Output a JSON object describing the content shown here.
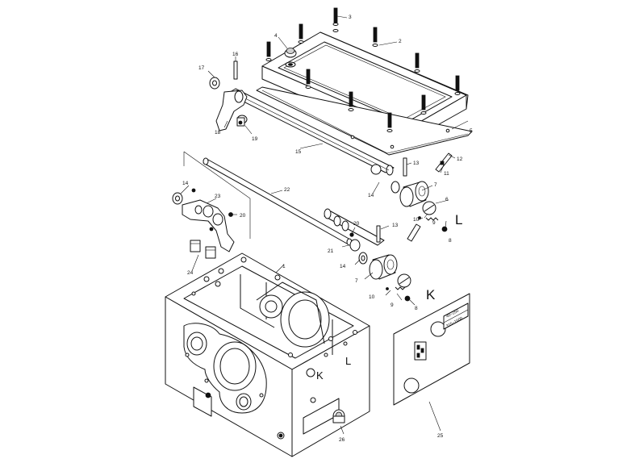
{
  "labels": {
    "p1": "1",
    "p2": "2",
    "p3": "3",
    "p4": "4",
    "p5": "5",
    "p6": "6",
    "p7a": "7",
    "p7b": "7",
    "p8a": "8",
    "p8b": "8",
    "p9a": "9",
    "p9b": "9",
    "p10a": "10",
    "p10b": "10",
    "p11": "11",
    "p12": "12",
    "p13a": "13",
    "p13b": "13",
    "p14a": "14",
    "p14b": "14",
    "p14c": "14",
    "p15": "15",
    "p16": "16",
    "p17": "17",
    "p18": "18",
    "p19": "19",
    "p20a": "20",
    "p20b": "20",
    "p21": "21",
    "p22": "22",
    "p23": "23",
    "p24": "24",
    "p25": "25",
    "p26": "26"
  },
  "callouts": {
    "L_top": "L",
    "K_mid": "K",
    "K_box": "K",
    "L_box": "L"
  },
  "plate_text": {
    "line1": "40~250",
    "line2": "315~1600"
  }
}
